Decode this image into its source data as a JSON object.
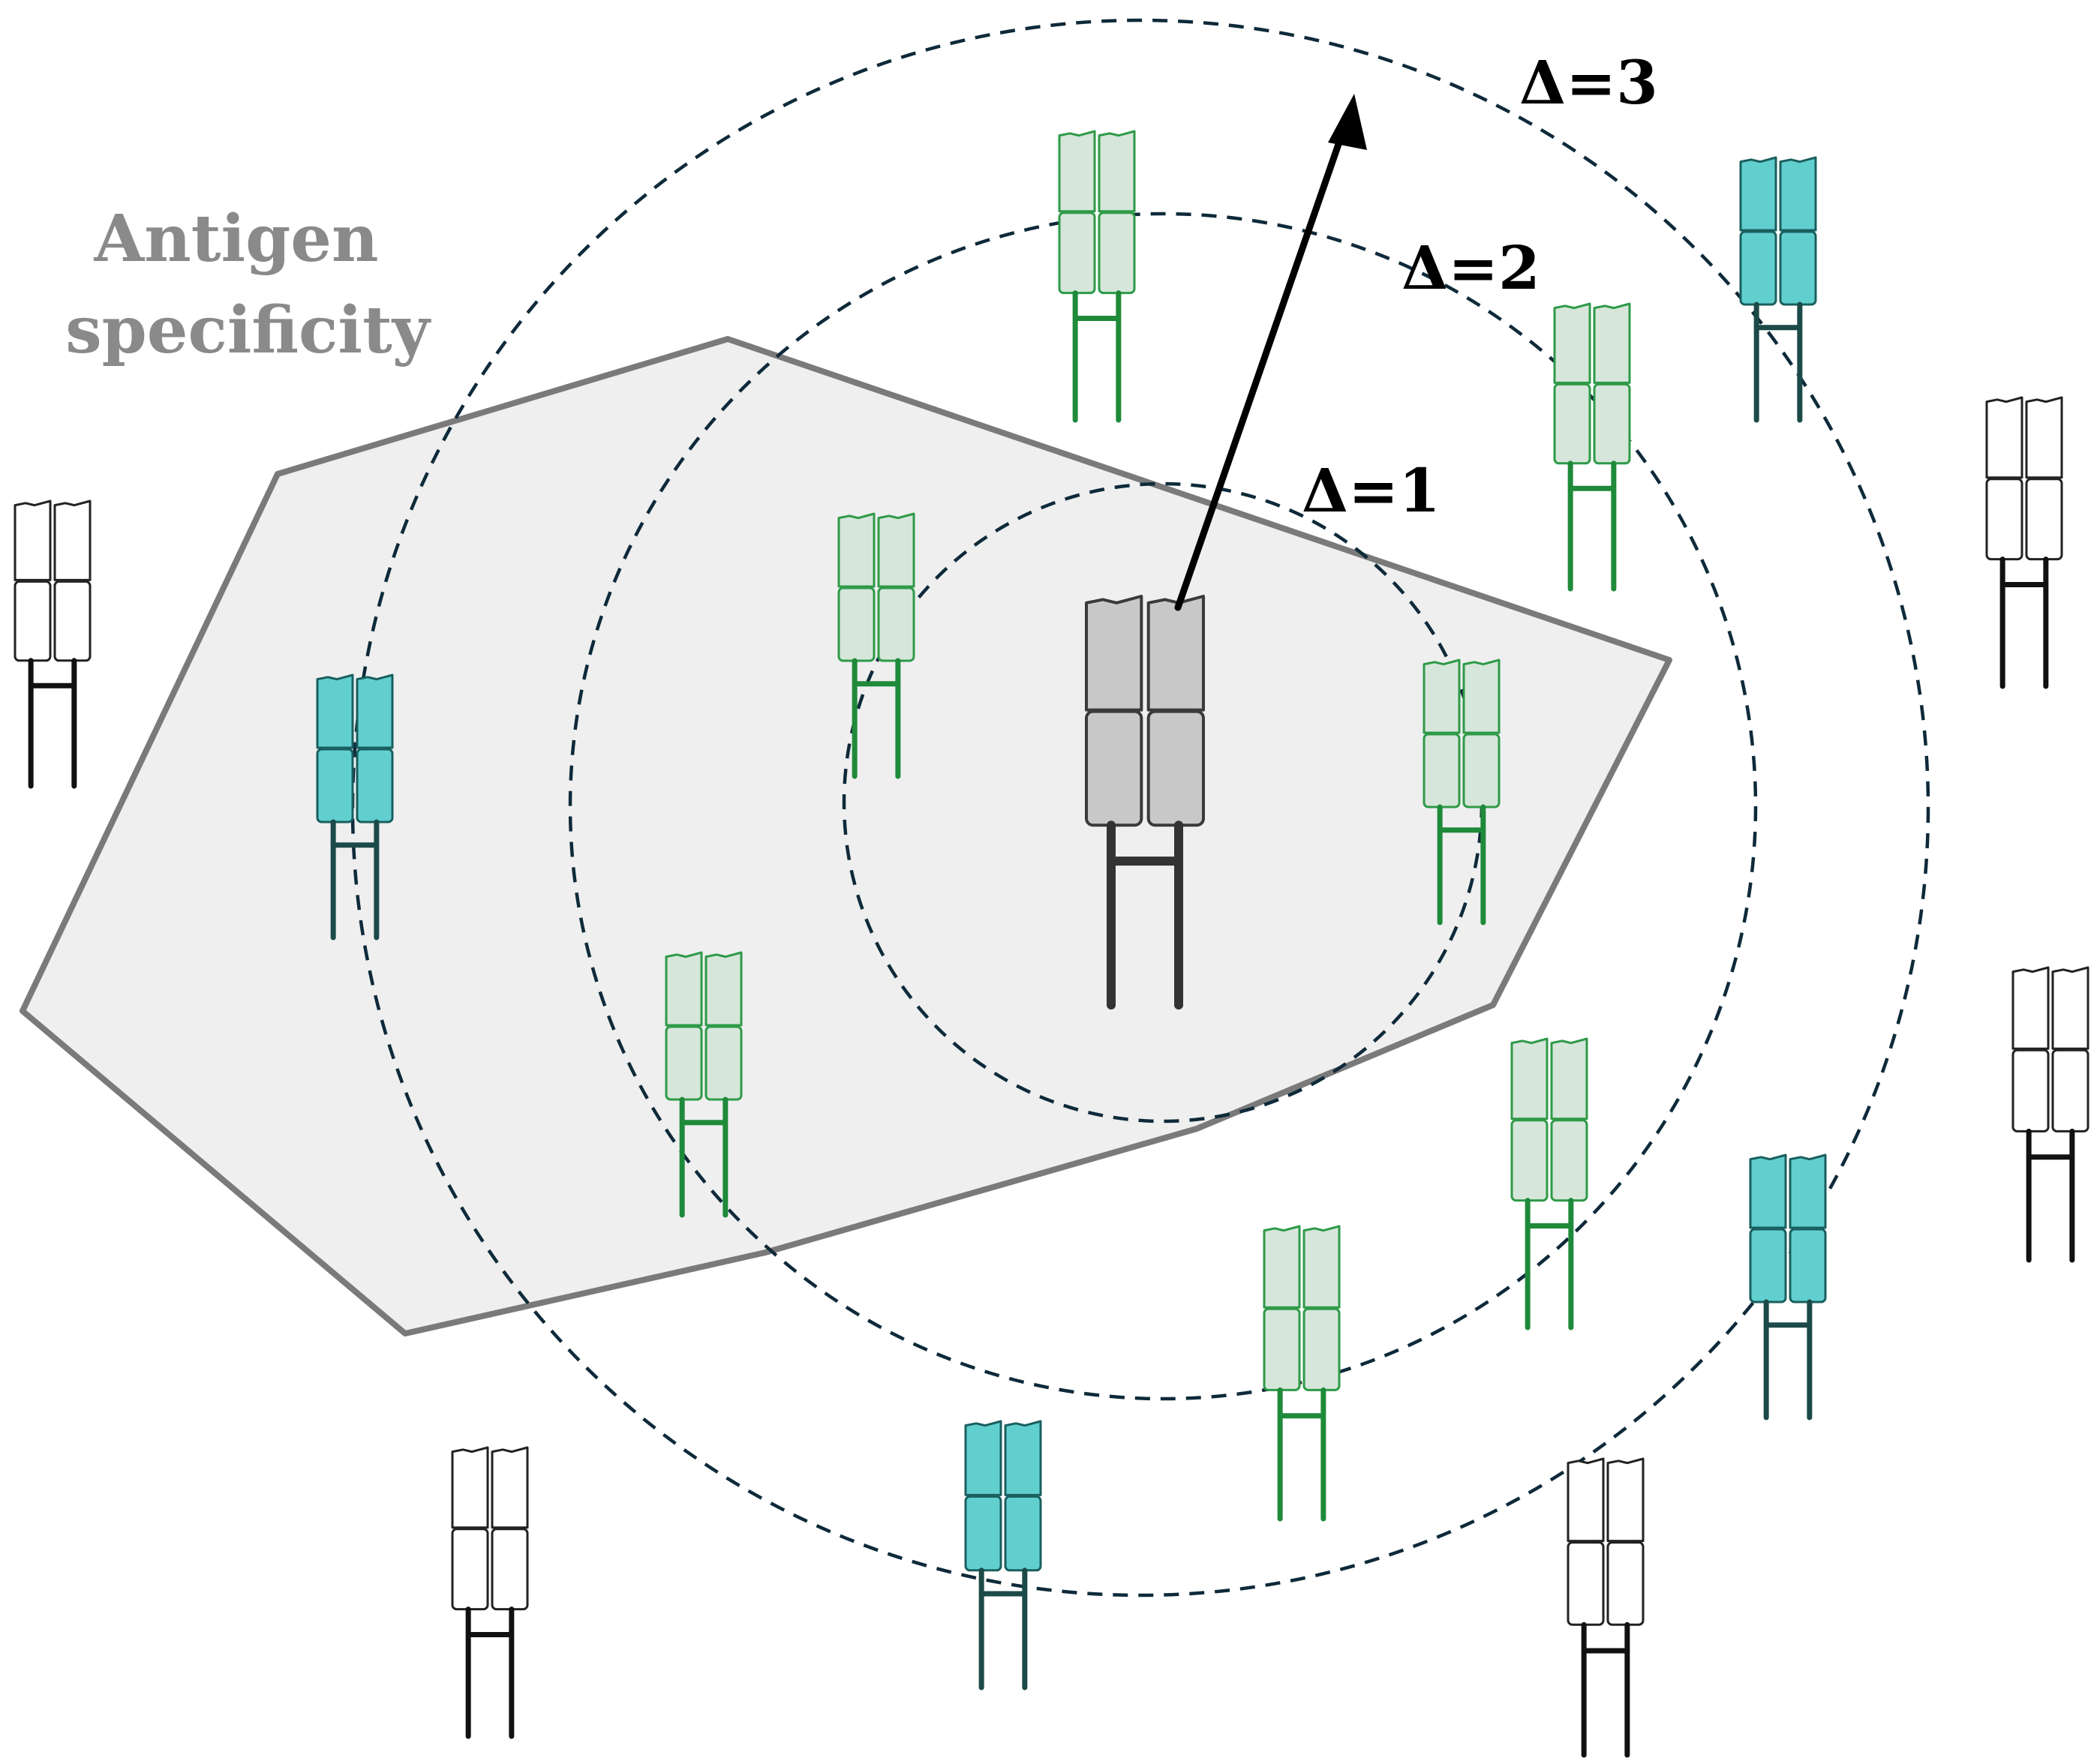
{
  "region": {
    "label_lines": [
      "Antigen",
      "specificity"
    ],
    "fill": "#efefef",
    "stroke": "#7a7a7a",
    "label_color": "#8a8a8a"
  },
  "distance_labels": [
    "Δ=1",
    "Δ=2",
    "Δ=3"
  ],
  "colors": {
    "ring": "#0e2a3a",
    "arrow": "#000000",
    "text": "#000000"
  },
  "antibody_styles": {
    "center": {
      "fill": "#c8c8c8",
      "stroke": "#3a3a3a",
      "stem": "#333333"
    },
    "green": {
      "fill": "#d6e6da",
      "stroke": "#2e9a48",
      "stem": "#1f8a3a"
    },
    "teal": {
      "fill": "#62cfcf",
      "stroke": "#1a5f5f",
      "stem": "#1c4a48"
    },
    "white": {
      "fill": "#ffffff",
      "stroke": "#222222",
      "stem": "#111111"
    }
  }
}
